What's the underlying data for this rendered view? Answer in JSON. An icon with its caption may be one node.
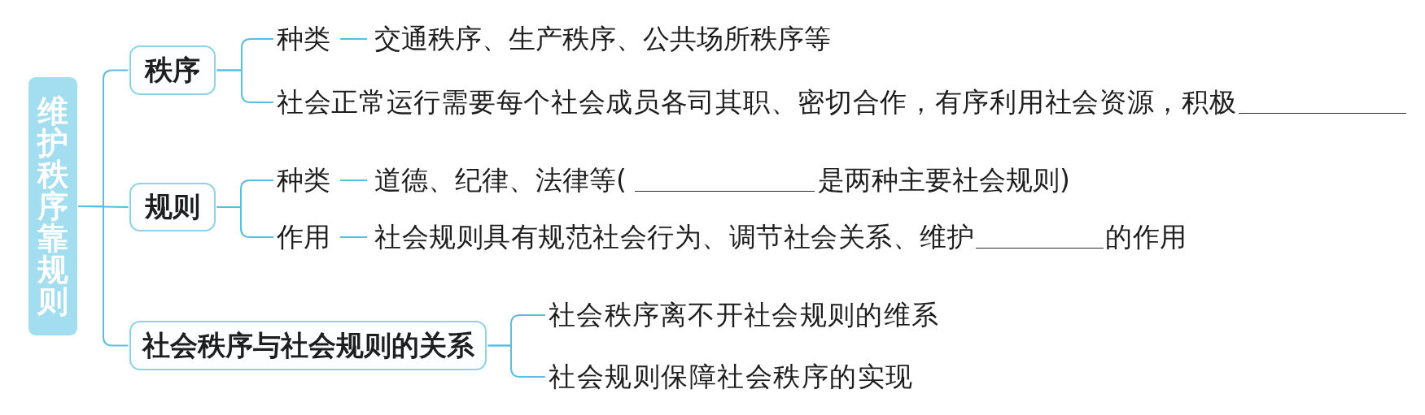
{
  "diagram": {
    "nodes": [
      {
        "text": [
          "维护秩序靠规则"
        ]
      },
      {
        "text": [
          "秩序"
        ]
      },
      {
        "text": [
          "种类"
        ]
      },
      {
        "text": [
          "交通秩序、生产秩序、公共场所秩序等"
        ]
      },
      {
        "text": [
          "社会正常运行需要每个社会成员各司其职、密切合作，有序利用社会资源，积极"
        ]
      },
      {
        "text": [
          "规则"
        ]
      },
      {
        "text": [
          "种类"
        ]
      },
      {
        "text": [
          "道德、纪律、法律等(",
          "是两种主要社会规则)"
        ]
      },
      {
        "text": [
          "作用"
        ]
      },
      {
        "text": [
          "社会规则具有规范社会行为、调节社会关系、维护",
          "的作用"
        ]
      },
      {
        "text": [
          "社会秩序与社会规则的关系"
        ]
      },
      {
        "text": [
          "社会秩序离不开社会规则的维系"
        ]
      },
      {
        "text": [
          "社会规则保障社会秩序的实现"
        ]
      }
    ],
    "edges": [
      {
        "from": 0,
        "to": 1,
        "arrow": "none"
      },
      {
        "from": 0,
        "to": 5,
        "arrow": "none"
      },
      {
        "from": 0,
        "to": 10,
        "arrow": "none"
      },
      {
        "from": 1,
        "to": 2,
        "arrow": "none"
      },
      {
        "from": 1,
        "to": 4,
        "arrow": "none"
      },
      {
        "from": 2,
        "to": 3,
        "arrow": "none"
      },
      {
        "from": 5,
        "to": 6,
        "arrow": "none"
      },
      {
        "from": 5,
        "to": 8,
        "arrow": "none"
      },
      {
        "from": 6,
        "to": 7,
        "arrow": "none"
      },
      {
        "from": 8,
        "to": 9,
        "arrow": "none"
      },
      {
        "from": 10,
        "to": 11,
        "arrow": "none"
      },
      {
        "from": 10,
        "to": 12,
        "arrow": "none"
      }
    ]
  }
}
